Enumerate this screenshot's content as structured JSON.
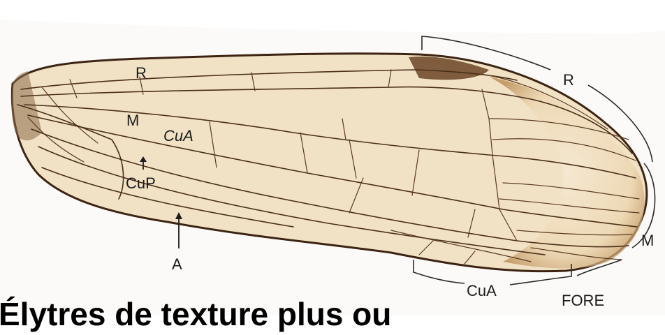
{
  "labels": {
    "r_inner": "R",
    "m_inner": "M",
    "cua_inner": "CuA",
    "cup": "CuP",
    "a": "A",
    "r_outer": "R",
    "m_outer": "M",
    "cua_outer": "CuA",
    "fore": "FORE"
  },
  "caption": "Élytres de texture plus ou",
  "colors": {
    "membrane": "#f3e6cf",
    "vein": "#4a2e18",
    "pigment": "#6b4424",
    "bracket": "#2a2a2a"
  }
}
